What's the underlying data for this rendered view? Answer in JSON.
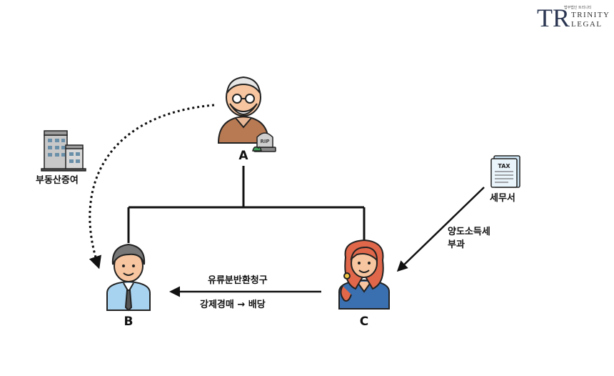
{
  "logo": {
    "monogram": "TR",
    "subtitle": "법무법인 트리니티",
    "line1": "TRINITY",
    "line2": "LEGAL"
  },
  "nodes": {
    "a": "A",
    "b": "B",
    "c": "C"
  },
  "labels": {
    "real_estate_gift": "부동산증여",
    "tax_office": "세무서",
    "tax_line1": "양도소득세",
    "tax_line2": "부과",
    "claim": "유류분반환청구",
    "auction": "강제경매 → 배당"
  },
  "icons": {
    "tax_doc_text": "TAX",
    "rip_text": "RIP"
  },
  "colors": {
    "line": "#111111",
    "logo_navy": "#2b3652",
    "logo_gold": "#b58d55",
    "skin": "#f7c59f",
    "shirt_blue": "#a8d3f0",
    "sweater_brown": "#b87a52",
    "hair_red": "#e0674a"
  }
}
